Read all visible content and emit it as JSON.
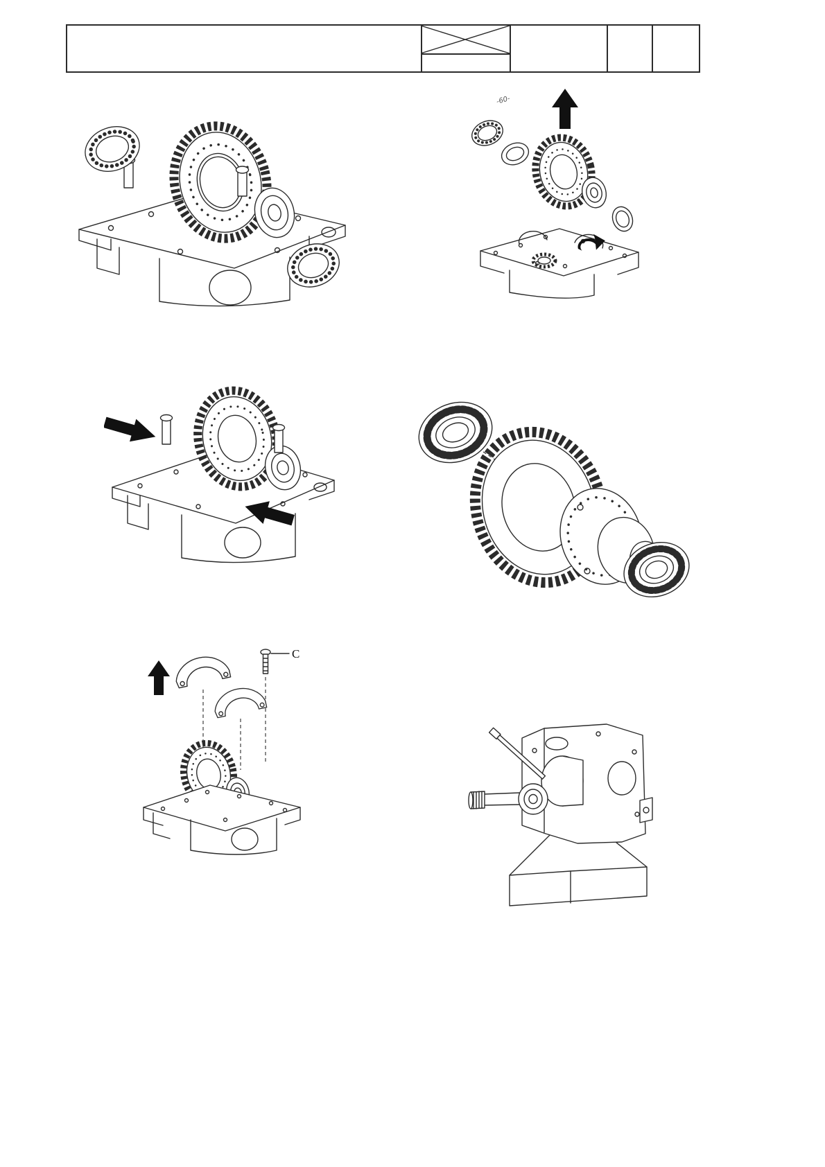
{
  "document": {
    "type": "service-manual-page",
    "background": "#ffffff"
  },
  "header": {
    "cells": [
      "",
      "",
      "",
      "",
      ""
    ],
    "revision_box": "crossed-box"
  },
  "annotations": {
    "cap_bolt_label": "C",
    "pencil_mark": "-60-"
  },
  "icons": {
    "crossed_box": "rectangle-with-x-diagonals",
    "lift_arrow": "filled-black-up-arrow",
    "press_arrow_left": "filled-black-arrow-pointing-right",
    "press_arrow_right": "filled-black-arrow-pointing-upper-left",
    "remove_arrow": "filled-black-up-arrow",
    "rotate_arrow": "filled-black-curved-arrow"
  },
  "colors": {
    "line": "#2b2b2b",
    "arrow_fill": "#111111",
    "paper": "#ffffff"
  }
}
